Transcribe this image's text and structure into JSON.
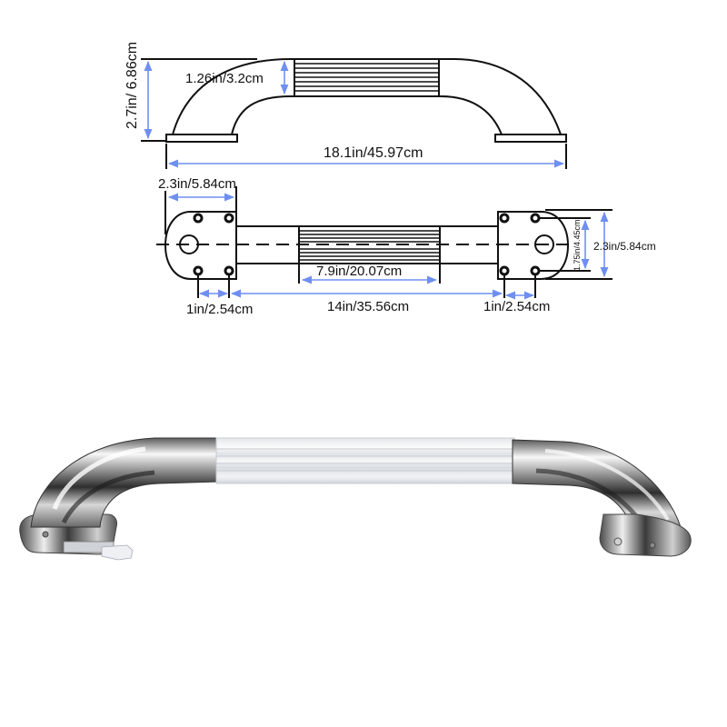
{
  "title": "Grab bar dimension diagram",
  "side_view": {
    "height_label": "2.7in/ 6.86cm",
    "grip_diameter_label": "1.26in/3.2cm",
    "overall_length_label": "18.1in/45.97cm"
  },
  "top_view": {
    "flange_length_label": "2.3in/5.84cm",
    "grip_length_label": "7.9in/20.07cm",
    "hole_spacing_left_label": "1in/2.54cm",
    "center_distance_label": "14in/35.56cm",
    "hole_spacing_right_label": "1in/2.54cm",
    "hole_vertical_spacing_label": "1.75in/4.45cm",
    "flange_width_label": "2.3in/5.84cm"
  },
  "colors": {
    "dimension_line": "#6f8ff0",
    "outline": "#111111",
    "chrome_dark": "#3a3a3a",
    "chrome_light": "#f4f4f4",
    "grip_white": "#eef0f3"
  }
}
